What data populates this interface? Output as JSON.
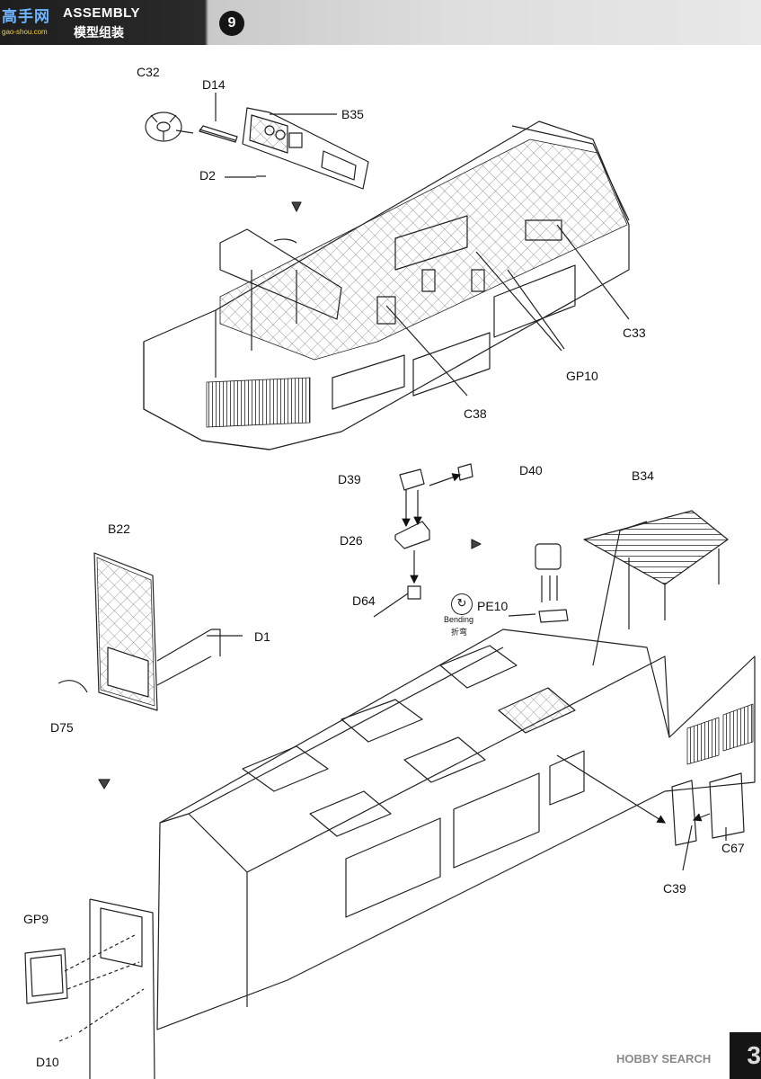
{
  "header": {
    "logo_cn": "高手网",
    "logo_url": "gao-shou.com",
    "assembly_en": "ASSEMBLY",
    "assembly_cn": "模型组装",
    "step": "9"
  },
  "labels": {
    "c32": "C32",
    "d14": "D14",
    "b35": "B35",
    "d2": "D2",
    "c33": "C33",
    "gp10": "GP10",
    "c38": "C38",
    "d39": "D39",
    "d40": "D40",
    "d26": "D26",
    "d64": "D64",
    "b34": "B34",
    "pe10": "PE10",
    "b22": "B22",
    "d1": "D1",
    "d75": "D75",
    "gp9": "GP9",
    "d10": "D10",
    "c39": "C39",
    "c67": "C67"
  },
  "bending": {
    "en": "Bending",
    "cn": "折弯"
  },
  "footer": {
    "watermark": "HOBBY SEARCH",
    "page": "3"
  }
}
